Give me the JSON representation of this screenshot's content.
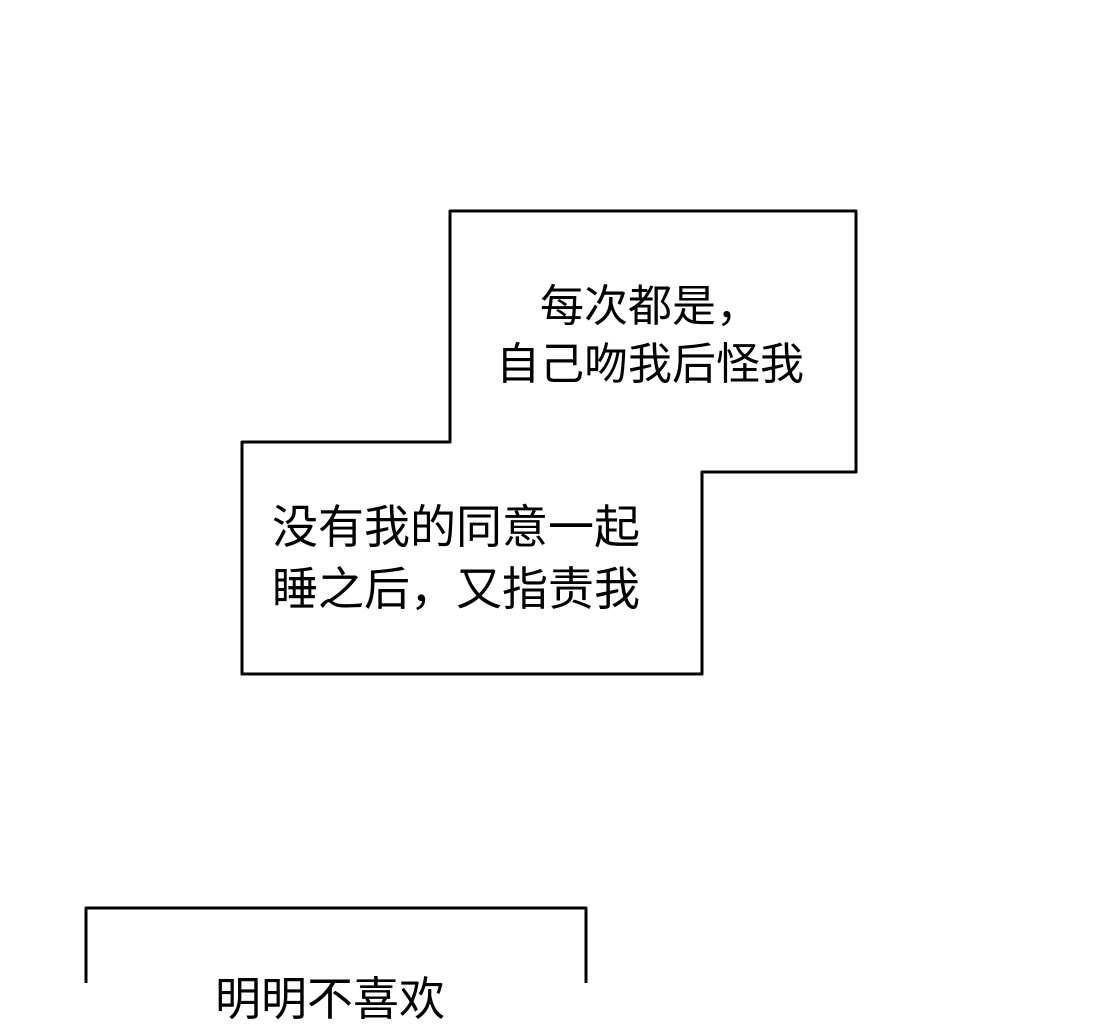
{
  "bubbles": {
    "top": {
      "line1": "每次都是，",
      "line2": "自己吻我后怪我"
    },
    "middle": {
      "line1": "没有我的同意一起",
      "line2": "睡之后，又指责我"
    },
    "bottom": {
      "line1": "明明不喜欢"
    }
  },
  "colors": {
    "stroke": "#000000",
    "background": "#ffffff"
  }
}
